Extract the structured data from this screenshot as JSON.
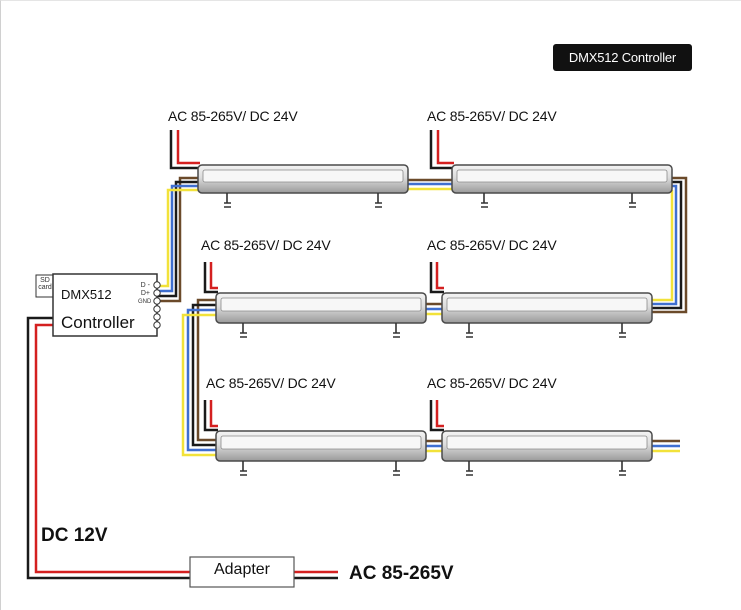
{
  "badge": {
    "text": "DMX512 Controller"
  },
  "fixtures": {
    "power_label": "AC 85-265V/ DC 24V"
  },
  "controller": {
    "name": "DMX512",
    "subtitle": "Controller",
    "sd_label": "SD card",
    "pin_labels": [
      "D -",
      "D+",
      "GND"
    ]
  },
  "power": {
    "dc_label": "DC 12V",
    "adapter_label": "Adapter",
    "ac_label": "AC 85-265V"
  },
  "colors": {
    "wire_red": "#d42020",
    "wire_black": "#1a1a1a",
    "wire_yellow": "#f2e23a",
    "wire_blue": "#3f6fd0",
    "wire_brown": "#6b4a2a",
    "fixture_body": "#e6e6e6",
    "fixture_edge": "#4a4a4a"
  }
}
